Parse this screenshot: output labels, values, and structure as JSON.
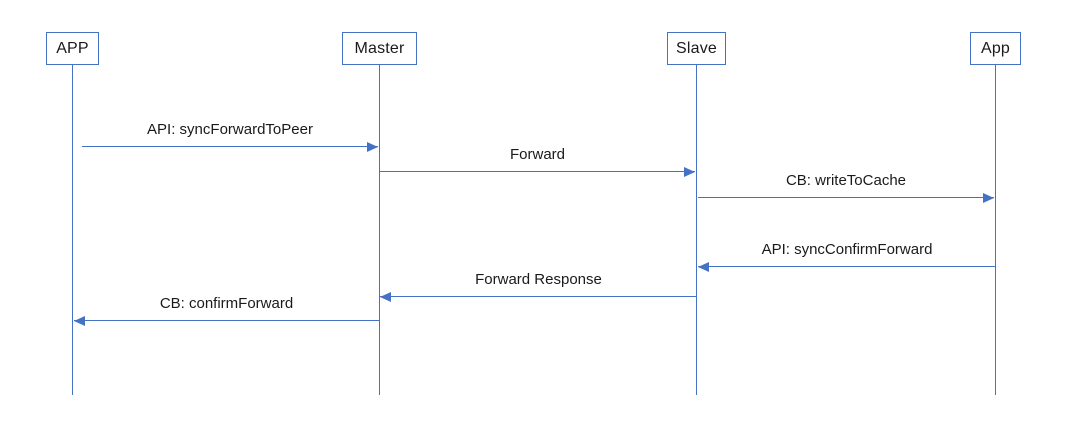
{
  "diagram": {
    "accent_color": "#4472C4",
    "actors": [
      {
        "label": "APP"
      },
      {
        "label": "Master"
      },
      {
        "label": "Slave"
      },
      {
        "label": "App"
      }
    ],
    "messages": [
      {
        "label": "API: syncForwardToPeer",
        "from": "APP",
        "to": "Master",
        "direction": "right"
      },
      {
        "label": "Forward",
        "from": "Master",
        "to": "Slave",
        "direction": "right"
      },
      {
        "label": "CB: writeToCache",
        "from": "Slave",
        "to": "App",
        "direction": "right"
      },
      {
        "label": "API: syncConfirmForward",
        "from": "App",
        "to": "Slave",
        "direction": "left"
      },
      {
        "label": "Forward Response",
        "from": "Slave",
        "to": "Master",
        "direction": "left"
      },
      {
        "label": "CB: confirmForward",
        "from": "Master",
        "to": "APP",
        "direction": "left"
      }
    ]
  }
}
